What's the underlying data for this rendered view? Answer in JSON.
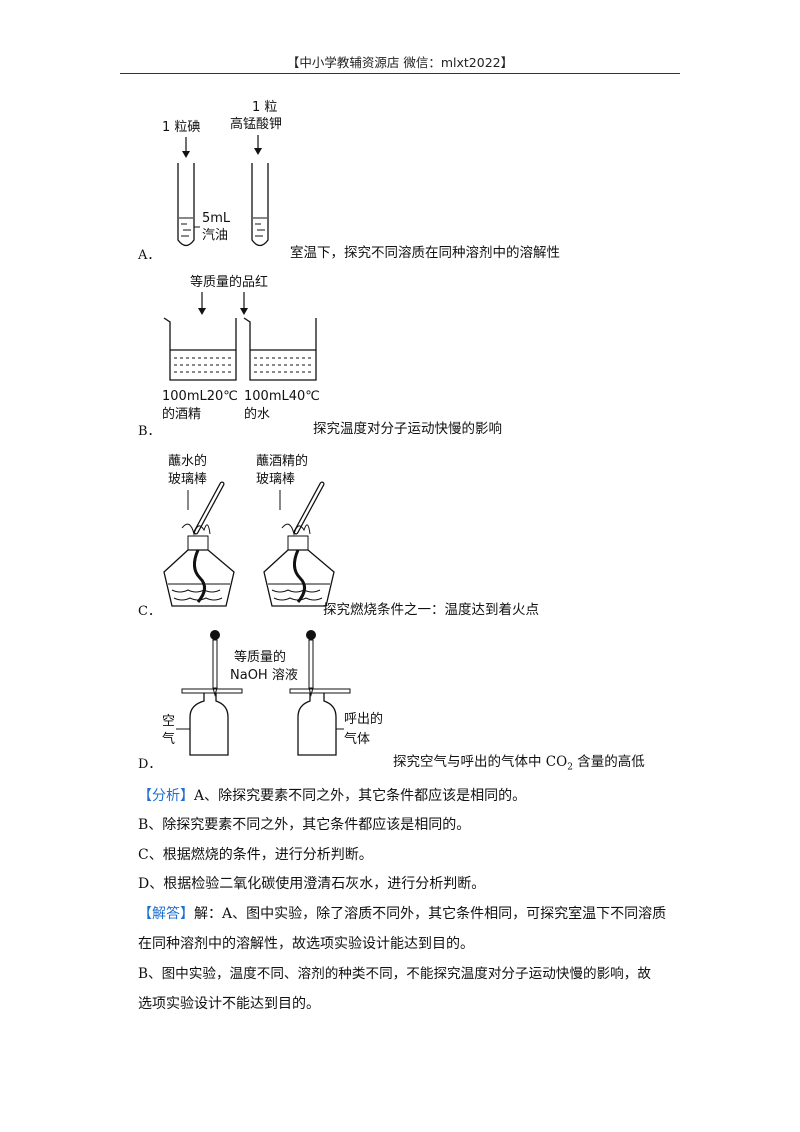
{
  "header": {
    "text": "【中小学教辅资源店 微信：mlxt2022】"
  },
  "option_a": {
    "letter": "A．",
    "label_left": "1 粒碘",
    "label_right_1": "1 粒",
    "label_right_2": "高锰酸钾",
    "volume_1": "5mL",
    "volume_2": "汽油",
    "caption": "室温下，探究不同溶质在同种溶剂中的溶解性"
  },
  "option_b": {
    "letter": "B．",
    "top_label": "等质量的品红",
    "left_1": "100mL20℃",
    "left_2": "的酒精",
    "right_1": "100mL40℃",
    "right_2": "的水",
    "caption": "探究温度对分子运动快慢的影响"
  },
  "option_c": {
    "letter": "C．",
    "left_1": "蘸水的",
    "left_2": "玻璃棒",
    "right_1": "蘸酒精的",
    "right_2": "玻璃棒",
    "caption": "探究燃烧条件之一：温度达到着火点"
  },
  "option_d": {
    "letter": "D．",
    "mid_1": "等质量的",
    "mid_2": "NaOH 溶液",
    "left_1": "空",
    "left_2": "气",
    "right_1": "呼出的",
    "right_2": "气体",
    "caption_pre": "探究空气与呼出的气体中 CO",
    "caption_sub": "2",
    "caption_post": " 含量的高低"
  },
  "analysis": {
    "tag": "【分析】",
    "line_a": "A、除探究要素不同之外，其它条件都应该是相同的。",
    "line_b": "B、除探究要素不同之外，其它条件都应该是相同的。",
    "line_c": "C、根据燃烧的条件，进行分析判断。",
    "line_d": "D、根据检验二氧化碳使用澄清石灰水，进行分析判断。"
  },
  "answer": {
    "tag": "【解答】",
    "a_line1": "解：A、图中实验，除了溶质不同外，其它条件相同，可探究室温下不同溶质",
    "a_line2": "在同种溶剂中的溶解性，故选项实验设计能达到目的。",
    "b_line1": "B、图中实验，温度不同、溶剂的种类不同，不能探究温度对分子运动快慢的影响，故",
    "b_line2": "选项实验设计不能达到目的。"
  }
}
